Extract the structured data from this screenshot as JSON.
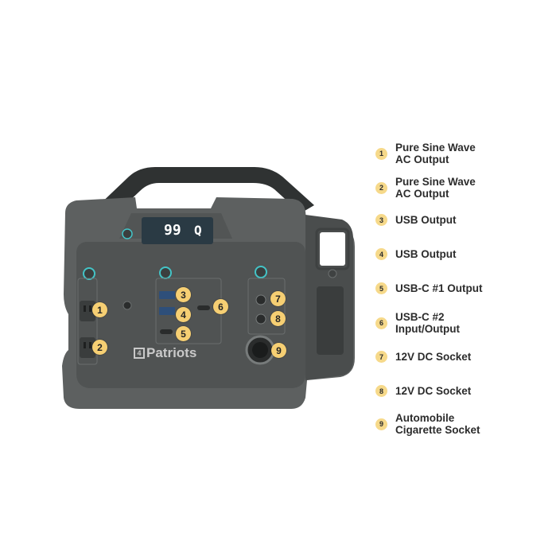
{
  "device": {
    "brand": "Patriots",
    "lcd_value": "99",
    "lcd_right": "Q",
    "colors": {
      "body": "#5d6060",
      "face": "#505353",
      "handle": "#2f3232",
      "accent_ring": "#43c4c7",
      "callout": "#f6cf73"
    }
  },
  "callouts": [
    "1",
    "2",
    "3",
    "4",
    "5",
    "6",
    "7",
    "8",
    "9"
  ],
  "legend": [
    {
      "num": "1",
      "text": "Pure Sine Wave\nAC Output"
    },
    {
      "num": "2",
      "text": "Pure Sine Wave\nAC Output"
    },
    {
      "num": "3",
      "text": "USB Output"
    },
    {
      "num": "4",
      "text": "USB Output"
    },
    {
      "num": "5",
      "text": "USB-C #1 Output"
    },
    {
      "num": "6",
      "text": "USB-C #2\nInput/Output"
    },
    {
      "num": "7",
      "text": "12V DC Socket"
    },
    {
      "num": "8",
      "text": "12V DC Socket"
    },
    {
      "num": "9",
      "text": "Automobile\nCigarette Socket"
    }
  ]
}
